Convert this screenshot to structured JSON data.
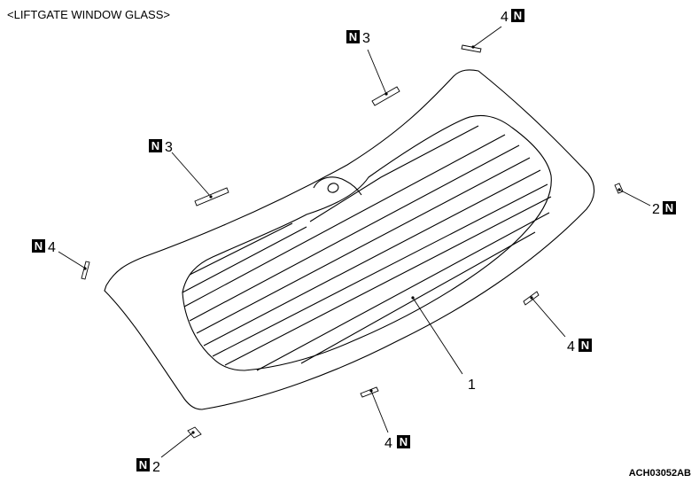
{
  "title": "<LIFTGATE WINDOW GLASS>",
  "figure_code": "ACH03052AB",
  "badge_letter": "N",
  "callouts": {
    "glass": "1",
    "clip_left_upper": "3",
    "clip_top_center": "3",
    "clip_top_right": "4",
    "clip_right": "2",
    "clip_left_mid": "4",
    "clip_right_mid": "4",
    "clip_bottom_center": "4",
    "clip_bottom_left": "2"
  }
}
